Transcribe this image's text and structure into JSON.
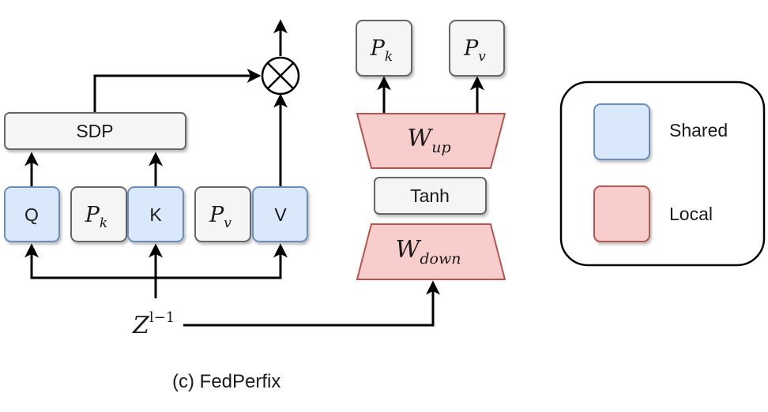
{
  "colors": {
    "shared_fill": "#dae8fc",
    "shared_stroke": "#6c8ebf",
    "local_fill": "#f8cecc",
    "local_stroke": "#b85450",
    "neutral_fill": "#f5f5f5",
    "neutral_stroke": "#666666"
  },
  "attention": {
    "sdp": "SDP",
    "q": "Q",
    "k": "K",
    "v": "V",
    "pk_base": "P",
    "pk_sub": "k",
    "pv_base": "P",
    "pv_sub": "v",
    "multiply_symbol": "⊗"
  },
  "adapter": {
    "w_up_base": "W",
    "w_up_sub": "up",
    "w_down_base": "W",
    "w_down_sub": "down",
    "tanh": "Tanh",
    "out_pk_base": "P",
    "out_pk_sub": "k",
    "out_pv_base": "P",
    "out_pv_sub": "v"
  },
  "input": {
    "base": "Z",
    "sup": "l−1"
  },
  "legend": {
    "shared_label": "Shared",
    "local_label": "Local"
  },
  "caption": "(c) FedPerfix"
}
